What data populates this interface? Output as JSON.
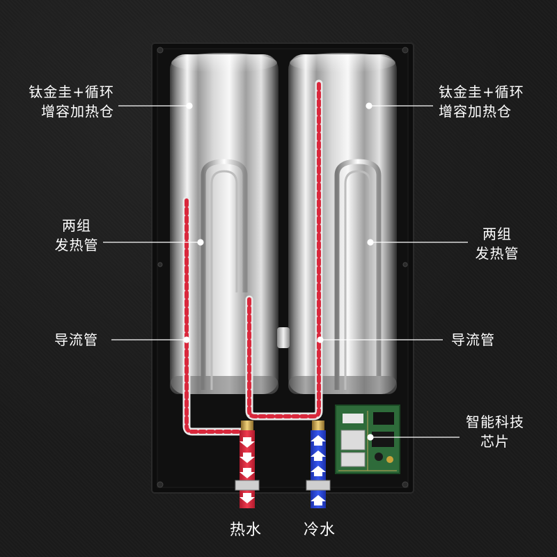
{
  "labels": {
    "tank_left": [
      "钛金圭+循环",
      "增容加热仓"
    ],
    "tank_right": [
      "钛金圭+循环",
      "增容加热仓"
    ],
    "heater_left": [
      "两组",
      "发热管"
    ],
    "heater_right": [
      "两组",
      "发热管"
    ],
    "guide_left": "导流管",
    "guide_right": "导流管",
    "chip": [
      "智能科技",
      "芯片"
    ],
    "hot_water": "热水",
    "cold_water": "冷水"
  },
  "colors": {
    "background": "#1b1b1b",
    "hot": "#d9283c",
    "cold": "#1f3fd0",
    "pcb": "#2e6b3a",
    "text": "#ffffff"
  },
  "icons": [
    "down-arrow-icon",
    "up-arrow-icon"
  ]
}
